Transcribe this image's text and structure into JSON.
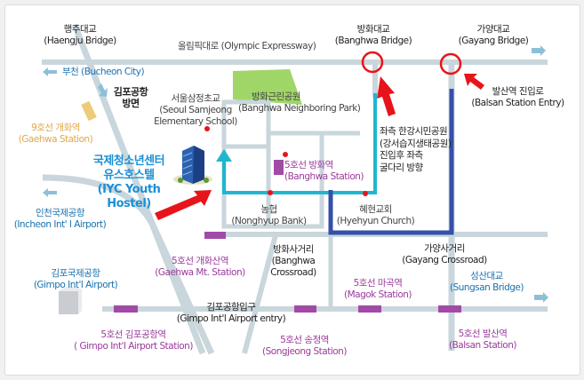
{
  "labels": {
    "haengju_bridge": {
      "ko": "행주대교",
      "en": "(Haengju Bridge)"
    },
    "olympic_expressway": "올림픽대로 (Olympic Expressway)",
    "banghwa_bridge": {
      "ko": "방화대교",
      "en": "(Banghwa Bridge)"
    },
    "gayang_bridge": {
      "ko": "가양대교",
      "en": "(Gayang Bridge)"
    },
    "bucheon_city": "부천 (Bucheon City)",
    "gimpo_direction": {
      "line1": "김포공항",
      "line2": "방면"
    },
    "seoul_samjeong": {
      "ko": "서울삼정초교",
      "en1": "(Seoul Samjeong",
      "en2": "Elementary School)"
    },
    "banghwa_park": {
      "ko": "방화근린공원",
      "en": "(Banghwa Neighboring Park)"
    },
    "balsan_entry": {
      "ko": "발산역 진입로",
      "en": "(Balsan Station Entry)"
    },
    "hangang_directions": {
      "line1": "좌측 한강시민공원",
      "line2": "(강서습지생태공원)",
      "line3": "진입후 좌측",
      "line4": "굴다리 방향"
    },
    "gaehwa_line9": {
      "ko": "9호선 개화역",
      "en": "(Gaehwa Station)"
    },
    "iyc_hostel": {
      "line1": "국제청소년센터",
      "line2": "유스호스텔",
      "line3": "(IYC Youth",
      "line4": "Hostel)"
    },
    "banghwa_station": {
      "ko": "5호선 방화역",
      "en": "(Banghwa Station)"
    },
    "incheon_airport": {
      "ko": "인천국제공항",
      "en": "(Incheon Int' l Airport)"
    },
    "nonghyup": {
      "ko": "농협",
      "en": "(Nonghyup Bank)"
    },
    "hyehyun_church": {
      "ko": "혜현교회",
      "en": "(Hyehyun Church)"
    },
    "gaehwa_mt_station": {
      "ko": "5호선 개화산역",
      "en": "(Gaehwa Mt. Station)"
    },
    "banghwa_crossroad": {
      "ko": "방화사거리",
      "en1": "(Banghwa",
      "en2": "Crossroad)"
    },
    "gayang_crossroad": {
      "ko": "가양사거리",
      "en": "(Gayang Crossroad)"
    },
    "gimpo_airport": {
      "ko": "김포국제공항",
      "en": "(Gimpo Int'l Airport)"
    },
    "magok_station": {
      "ko": "5호선 마곡역",
      "en": "(Magok Station)"
    },
    "sungsan_bridge": {
      "ko": "성산대교",
      "en": "(Sungsan Bridge)"
    },
    "gimpo_entry": {
      "ko": "김포공항입구",
      "en": "(Gimpo Int'l Airport entry)"
    },
    "gimpo_station": {
      "ko": "5호선 김포공항역",
      "en": "( Gimpo Int'l Airport Station)"
    },
    "songjeong_station": {
      "ko": "5호선 송정역",
      "en": "(Songjeong Station)"
    },
    "balsan_station": {
      "ko": "5호선 발산역",
      "en": "(Balsan Station)"
    }
  },
  "colors": {
    "road": "#c9d6dc",
    "station": "#a14ba6",
    "route_cyan": "#1fb7d0",
    "route_blue": "#3550a8",
    "marker_red": "#e8141b",
    "park": "#8fcf4e"
  }
}
